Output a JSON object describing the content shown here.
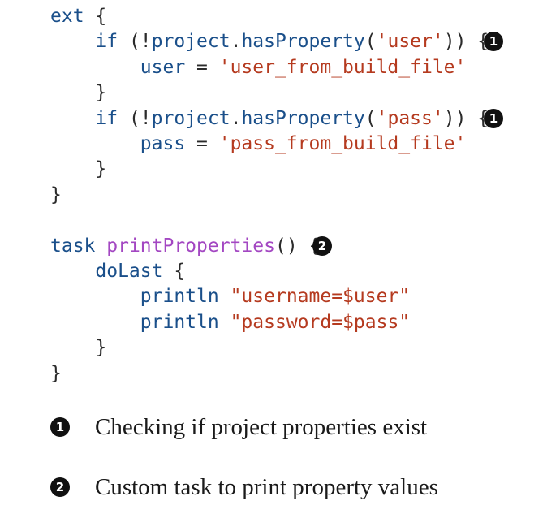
{
  "code_lines": [
    {
      "indent": "",
      "tokens": [
        {
          "t": "ext",
          "c": "id"
        },
        {
          "t": " {",
          "c": "plain"
        }
      ]
    },
    {
      "indent": "    ",
      "tokens": [
        {
          "t": "if",
          "c": "kw"
        },
        {
          "t": " (!",
          "c": "plain"
        },
        {
          "t": "project",
          "c": "id"
        },
        {
          "t": ".",
          "c": "plain"
        },
        {
          "t": "hasProperty",
          "c": "id"
        },
        {
          "t": "(",
          "c": "plain"
        },
        {
          "t": "'user'",
          "c": "str"
        },
        {
          "t": ")) {",
          "c": "plain"
        }
      ]
    },
    {
      "indent": "        ",
      "tokens": [
        {
          "t": "user",
          "c": "id"
        },
        {
          "t": " = ",
          "c": "plain"
        },
        {
          "t": "'user_from_build_file'",
          "c": "str"
        }
      ]
    },
    {
      "indent": "    ",
      "tokens": [
        {
          "t": "}",
          "c": "plain"
        }
      ]
    },
    {
      "indent": "    ",
      "tokens": [
        {
          "t": "if",
          "c": "kw"
        },
        {
          "t": " (!",
          "c": "plain"
        },
        {
          "t": "project",
          "c": "id"
        },
        {
          "t": ".",
          "c": "plain"
        },
        {
          "t": "hasProperty",
          "c": "id"
        },
        {
          "t": "(",
          "c": "plain"
        },
        {
          "t": "'pass'",
          "c": "str"
        },
        {
          "t": ")) {",
          "c": "plain"
        }
      ]
    },
    {
      "indent": "        ",
      "tokens": [
        {
          "t": "pass",
          "c": "id"
        },
        {
          "t": " = ",
          "c": "plain"
        },
        {
          "t": "'pass_from_build_file'",
          "c": "str"
        }
      ]
    },
    {
      "indent": "    ",
      "tokens": [
        {
          "t": "}",
          "c": "plain"
        }
      ]
    },
    {
      "indent": "",
      "tokens": [
        {
          "t": "}",
          "c": "plain"
        }
      ]
    },
    {
      "indent": "",
      "tokens": []
    },
    {
      "indent": "",
      "tokens": [
        {
          "t": "task",
          "c": "id"
        },
        {
          "t": " ",
          "c": "plain"
        },
        {
          "t": "printProperties",
          "c": "fn"
        },
        {
          "t": "() {",
          "c": "plain"
        }
      ]
    },
    {
      "indent": "    ",
      "tokens": [
        {
          "t": "doLast",
          "c": "id"
        },
        {
          "t": " {",
          "c": "plain"
        }
      ]
    },
    {
      "indent": "        ",
      "tokens": [
        {
          "t": "println",
          "c": "id"
        },
        {
          "t": " ",
          "c": "plain"
        },
        {
          "t": "\"username=$user\"",
          "c": "str"
        }
      ]
    },
    {
      "indent": "        ",
      "tokens": [
        {
          "t": "println",
          "c": "id"
        },
        {
          "t": " ",
          "c": "plain"
        },
        {
          "t": "\"password=$pass\"",
          "c": "str"
        }
      ]
    },
    {
      "indent": "    ",
      "tokens": [
        {
          "t": "}",
          "c": "plain"
        }
      ]
    },
    {
      "indent": "",
      "tokens": [
        {
          "t": "}",
          "c": "plain"
        }
      ]
    }
  ],
  "code_callouts": [
    {
      "line": 1,
      "label": "1"
    },
    {
      "line": 4,
      "label": "1"
    },
    {
      "line": 9,
      "label": "2"
    }
  ],
  "notes": [
    {
      "label": "1",
      "text": "Checking if project properties exist"
    },
    {
      "label": "2",
      "text": "Custom task to print property values"
    }
  ],
  "colors": {
    "keyword": "#1a4f8a",
    "string": "#b53a1f",
    "function": "#a347c2",
    "plain": "#2b2b2b",
    "callout": "#111111"
  }
}
